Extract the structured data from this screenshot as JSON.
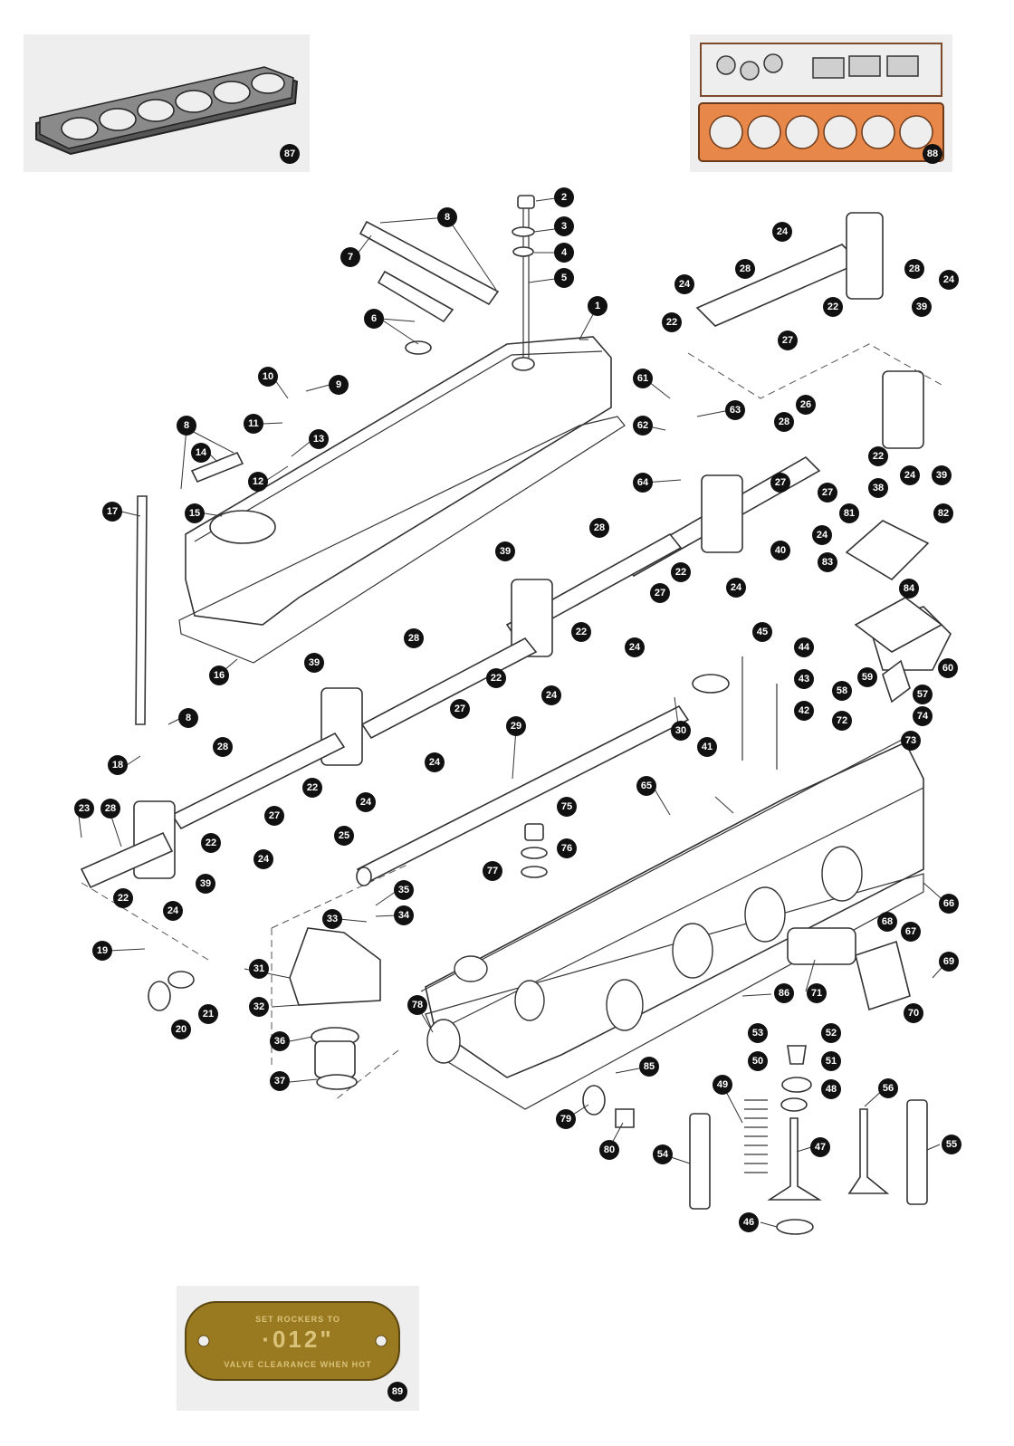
{
  "insets": {
    "gasket": {
      "label": "87"
    },
    "gasket_set": {
      "label": "88"
    },
    "plate": {
      "label": "89",
      "line1": "SET ROCKERS TO",
      "line2": "·012\"",
      "line3": "VALVE CLEARANCE WHEN HOT"
    }
  },
  "colors": {
    "callout_fill": "#111111",
    "callout_text": "#ffffff",
    "inset_bg": "#eeeeee",
    "copper_gasket": "#e8874a",
    "brass_plate": "#9a7a20"
  },
  "callouts": [
    "1",
    "2",
    "3",
    "4",
    "5",
    "6",
    "7",
    "8",
    "9",
    "10",
    "11",
    "12",
    "13",
    "14",
    "15",
    "16",
    "17",
    "18",
    "19",
    "20",
    "21",
    "22",
    "23",
    "24",
    "25",
    "26",
    "27",
    "28",
    "29",
    "30",
    "31",
    "32",
    "33",
    "34",
    "35",
    "36",
    "37",
    "38",
    "39",
    "40",
    "41",
    "42",
    "43",
    "44",
    "45",
    "46",
    "47",
    "48",
    "49",
    "50",
    "51",
    "52",
    "53",
    "54",
    "55",
    "56",
    "57",
    "58",
    "59",
    "60",
    "61",
    "62",
    "63",
    "64",
    "65",
    "66",
    "67",
    "68",
    "69",
    "70",
    "71",
    "72",
    "73",
    "74",
    "75",
    "76",
    "77",
    "78",
    "79",
    "80",
    "81",
    "82",
    "83",
    "84",
    "85",
    "86"
  ]
}
